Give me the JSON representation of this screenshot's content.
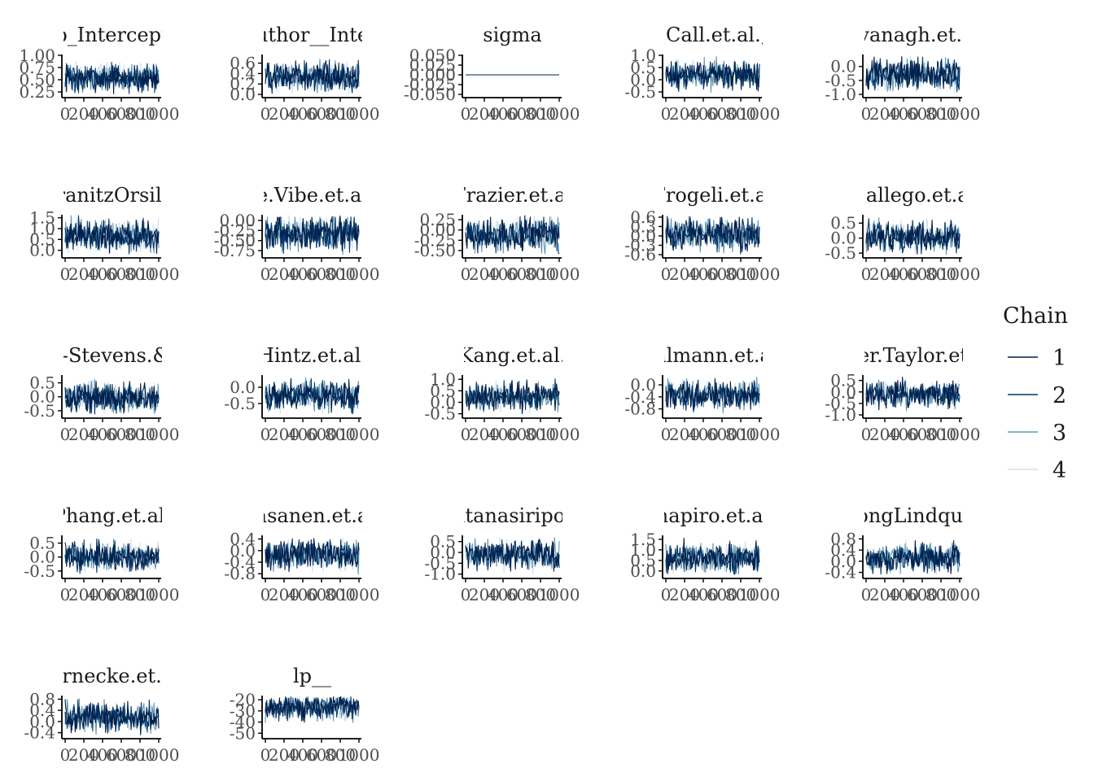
{
  "chart_data": {
    "type": "line",
    "layout": "facet-grid",
    "legend": {
      "title": "Chain",
      "position": "right",
      "entries": [
        "1",
        "2",
        "3",
        "4"
      ],
      "colors": [
        "#011f4b",
        "#03396c",
        "#6497b1",
        "#d1e1ec"
      ]
    },
    "xlim": [
      0,
      1000
    ],
    "x_ticks": [
      "0",
      "200",
      "400",
      "600",
      "800",
      "1000"
    ],
    "panels": [
      {
        "title": "b_Intercept",
        "ylim": [
          0.2,
          1.0
        ],
        "yticks": [
          0.25,
          0.5,
          0.75,
          1.0
        ],
        "ytick_labels": [
          "0.25",
          "0.50",
          "0.75",
          "1.00"
        ],
        "center": 0.53,
        "spread": 0.3,
        "constant": false
      },
      {
        "title": "uthor__Inte",
        "ylim": [
          0.0,
          0.75
        ],
        "yticks": [
          0.0,
          0.2,
          0.4,
          0.6
        ],
        "ytick_labels": [
          "0.0",
          "0.2",
          "0.4",
          "0.6"
        ],
        "center": 0.33,
        "spread": 0.3,
        "constant": false
      },
      {
        "title": "sigma",
        "ylim": [
          -0.05,
          0.05
        ],
        "yticks": [
          -0.05,
          -0.025,
          0.0,
          0.025,
          0.05
        ],
        "ytick_labels": [
          "-0.050",
          "-0.025",
          "0.000",
          "0.025",
          "0.050"
        ],
        "center": 0.0,
        "spread": 0.0,
        "constant": true
      },
      {
        "title": "[Call.et.al.,",
        "ylim": [
          -0.6,
          1.0
        ],
        "yticks": [
          -0.5,
          0.0,
          0.5,
          1.0
        ],
        "ytick_labels": [
          "-0.5",
          "0.0",
          "0.5",
          "1.0"
        ],
        "center": 0.2,
        "spread": 0.6,
        "constant": false
      },
      {
        "title": "ıvanagh.et.a",
        "ylim": [
          -1.0,
          0.4
        ],
        "yticks": [
          -1.0,
          -0.5,
          0.0
        ],
        "ytick_labels": [
          "-1.0",
          "-0.5",
          "0.0"
        ],
        "center": -0.3,
        "spread": 0.6,
        "constant": false
      },
      {
        "title": "ranitzOrsill",
        "ylim": [
          -0.2,
          1.6
        ],
        "yticks": [
          0.0,
          0.5,
          1.0,
          1.5
        ],
        "ytick_labels": [
          "0.0",
          "0.5",
          "1.0",
          "1.5"
        ],
        "center": 0.65,
        "spread": 0.8,
        "constant": false
      },
      {
        "title": "e.Vibe.et.al",
        "ylim": [
          -0.85,
          0.12
        ],
        "yticks": [
          -0.75,
          -0.5,
          -0.25,
          0.0
        ],
        "ytick_labels": [
          "-0.75",
          "-0.50",
          "-0.25",
          "0.00"
        ],
        "center": -0.32,
        "spread": 0.45,
        "constant": false
      },
      {
        "title": "Frazier.et.al",
        "ylim": [
          -0.6,
          0.35
        ],
        "yticks": [
          -0.5,
          -0.25,
          0.0,
          0.25
        ],
        "ytick_labels": [
          "-0.50",
          "-0.25",
          "0.00",
          "0.25"
        ],
        "center": -0.1,
        "spread": 0.45,
        "constant": false
      },
      {
        "title": "Frogeli.et.al",
        "ylim": [
          -0.6,
          0.65
        ],
        "yticks": [
          -0.6,
          -0.3,
          0.0,
          0.3,
          0.6
        ],
        "ytick_labels": [
          "-0.6",
          "-0.3",
          "0.0",
          "0.3",
          "0.6"
        ],
        "center": 0.05,
        "spread": 0.55,
        "constant": false
      },
      {
        "title": "Gallego.et.al",
        "ylim": [
          -0.55,
          0.75
        ],
        "yticks": [
          -0.5,
          0.0,
          0.5
        ],
        "ytick_labels": [
          "-0.5",
          "0.0",
          "0.5"
        ],
        "center": 0.05,
        "spread": 0.55,
        "constant": false
      },
      {
        "title": "t-Stevens.&",
        "ylim": [
          -0.65,
          0.75
        ],
        "yticks": [
          -0.5,
          0.0,
          0.5
        ],
        "ytick_labels": [
          "-0.5",
          "0.0",
          "0.5"
        ],
        "center": -0.05,
        "spread": 0.55,
        "constant": false
      },
      {
        "title": "Hintz.et.al.",
        "ylim": [
          -0.85,
          0.35
        ],
        "yticks": [
          -0.5,
          0.0
        ],
        "ytick_labels": [
          "-0.5",
          "0.0"
        ],
        "center": -0.25,
        "spread": 0.5,
        "constant": false
      },
      {
        "title": "Kang.et.al.",
        "ylim": [
          -0.55,
          1.15
        ],
        "yticks": [
          -0.5,
          0.0,
          0.5,
          1.0
        ],
        "ytick_labels": [
          "-0.5",
          "0.0",
          "0.5",
          "1.0"
        ],
        "center": 0.25,
        "spread": 0.65,
        "constant": false
      },
      {
        "title": "hlmann.et.a",
        "ylim": [
          -1.0,
          0.3
        ],
        "yticks": [
          -0.8,
          -0.4,
          0.0
        ],
        "ytick_labels": [
          "-0.8",
          "-0.4",
          "0.0"
        ],
        "center": -0.35,
        "spread": 0.5,
        "constant": false
      },
      {
        "title": "er.Taylor.et",
        "ylim": [
          -1.0,
          0.7
        ],
        "yticks": [
          -1.0,
          -0.5,
          0.0,
          0.5
        ],
        "ytick_labels": [
          "-1.0",
          "-0.5",
          "0.0",
          "0.5"
        ],
        "center": -0.1,
        "spread": 0.6,
        "constant": false
      },
      {
        "title": "Phang.et.al.",
        "ylim": [
          -0.65,
          0.75
        ],
        "yticks": [
          -0.5,
          0.0,
          0.5
        ],
        "ytick_labels": [
          "-0.5",
          "0.0",
          "0.5"
        ],
        "center": 0.0,
        "spread": 0.55,
        "constant": false
      },
      {
        "title": "asanen.et.a",
        "ylim": [
          -0.85,
          0.5
        ],
        "yticks": [
          -0.8,
          -0.4,
          0.0,
          0.4
        ],
        "ytick_labels": [
          "-0.8",
          "-0.4",
          "0.0",
          "0.4"
        ],
        "center": -0.15,
        "spread": 0.55,
        "constant": false
      },
      {
        "title": "atanasiripoı",
        "ylim": [
          -1.05,
          0.75
        ],
        "yticks": [
          -1.0,
          -0.5,
          0.0,
          0.5
        ],
        "ytick_labels": [
          "-1.0",
          "-0.5",
          "0.0",
          "0.5"
        ],
        "center": -0.1,
        "spread": 0.7,
        "constant": false
      },
      {
        "title": "hapiro.et.al",
        "ylim": [
          -0.2,
          1.65
        ],
        "yticks": [
          0.0,
          0.5,
          1.0,
          1.5
        ],
        "ytick_labels": [
          "0.0",
          "0.5",
          "1.0",
          "1.5"
        ],
        "center": 0.6,
        "spread": 0.75,
        "constant": false
      },
      {
        "title": "ongLindqui",
        "ylim": [
          -0.5,
          0.9
        ],
        "yticks": [
          -0.4,
          0.0,
          0.4,
          0.8
        ],
        "ytick_labels": [
          "-0.4",
          "0.0",
          "0.4",
          "0.8"
        ],
        "center": 0.1,
        "spread": 0.55,
        "constant": false
      },
      {
        "title": "arnecke.et.a",
        "ylim": [
          -0.5,
          0.9
        ],
        "yticks": [
          -0.4,
          0.0,
          0.4,
          0.8
        ],
        "ytick_labels": [
          "-0.4",
          "0.0",
          "0.4",
          "0.8"
        ],
        "center": 0.15,
        "spread": 0.55,
        "constant": false
      },
      {
        "title": "lp__",
        "ylim": [
          -52,
          -17
        ],
        "yticks": [
          -50,
          -40,
          -30,
          -20
        ],
        "ytick_labels": [
          "-50",
          "-40",
          "-30",
          "-20"
        ],
        "center": -27,
        "spread": 12,
        "constant": false
      }
    ]
  }
}
